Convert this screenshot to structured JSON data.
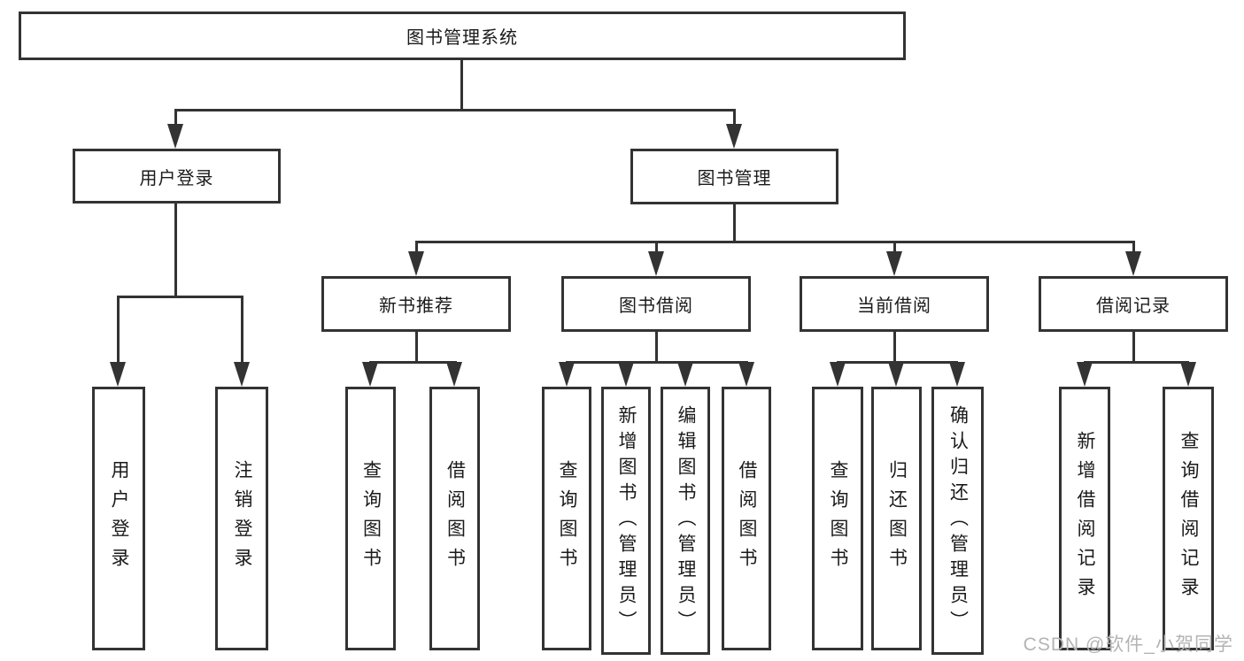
{
  "diagram": {
    "type": "hierarchy-tree",
    "root": {
      "label": "图书管理系统",
      "children": [
        {
          "label": "用户登录",
          "children": [
            {
              "label": "用户登录"
            },
            {
              "label": "注销登录"
            }
          ]
        },
        {
          "label": "图书管理",
          "children": [
            {
              "label": "新书推荐",
              "children": [
                {
                  "label": "查询图书"
                },
                {
                  "label": "借阅图书"
                }
              ]
            },
            {
              "label": "图书借阅",
              "children": [
                {
                  "label": "查询图书"
                },
                {
                  "label": "新增图书（管理员）"
                },
                {
                  "label": "编辑图书（管理员）"
                },
                {
                  "label": "借阅图书"
                }
              ]
            },
            {
              "label": "当前借阅",
              "children": [
                {
                  "label": "查询图书"
                },
                {
                  "label": "归还图书"
                },
                {
                  "label": "确认归还（管理员）"
                }
              ]
            },
            {
              "label": "借阅记录",
              "children": [
                {
                  "label": "新增借阅记录"
                },
                {
                  "label": "查询借阅记录"
                }
              ]
            }
          ]
        }
      ]
    }
  },
  "watermark": {
    "text": "CSDN @软件_小贺同学"
  },
  "colors": {
    "line": "#333333",
    "text": "#1a1a1a",
    "background": "#ffffff",
    "watermark": "#b4b4b4"
  }
}
